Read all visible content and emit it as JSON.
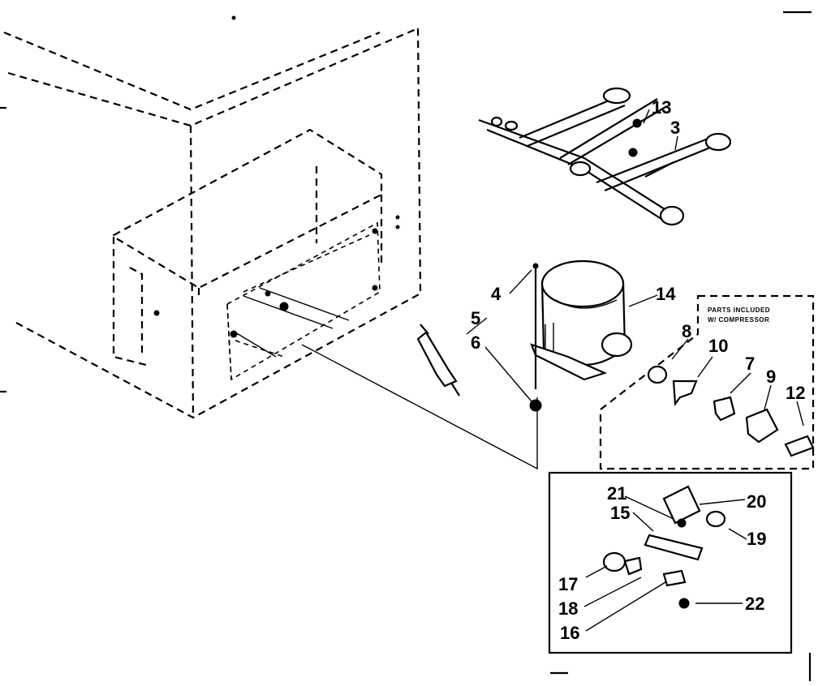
{
  "callouts": {
    "c3": "3",
    "c4": "4",
    "c5": "5",
    "c6": "6",
    "c7": "7",
    "c8": "8",
    "c9": "9",
    "c10": "10",
    "c12": "12",
    "c13": "13",
    "c14": "14",
    "c15": "15",
    "c16": "16",
    "c17": "17",
    "c18": "18",
    "c19": "19",
    "c20": "20",
    "c21": "21",
    "c22": "22"
  },
  "note": {
    "line1": "PARTS INCLUDED",
    "line2": "W/ COMPRESSOR"
  }
}
